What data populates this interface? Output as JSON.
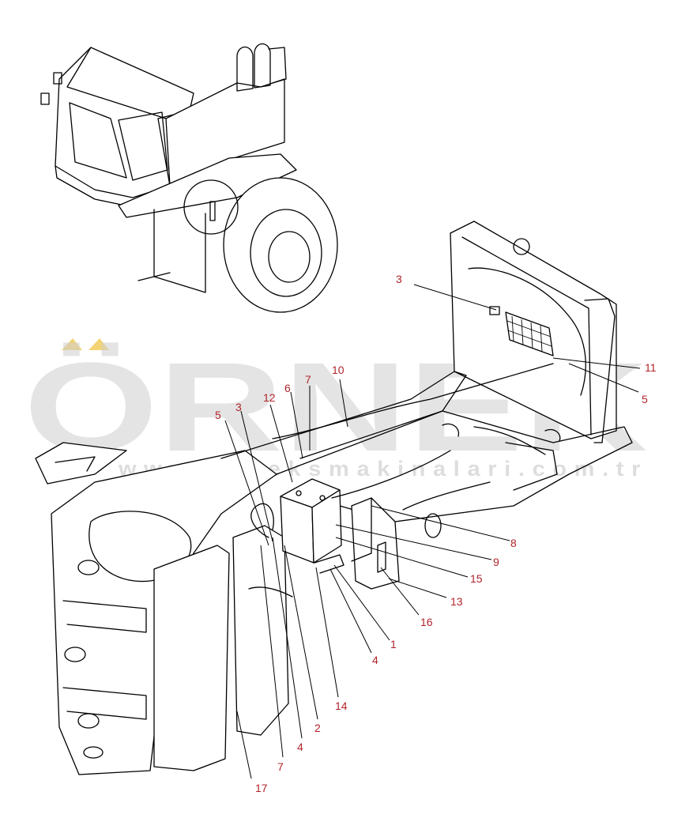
{
  "watermark": {
    "logo_text": "ÖRNEK",
    "url_text": "www.orneksmakinalari.com.tr",
    "color": "#cfcfcf",
    "accent_color": "#f0c850"
  },
  "callout_color": "#b0242b",
  "callouts": [
    {
      "id": "c3a",
      "label": "3"
    },
    {
      "id": "c11",
      "label": "11"
    },
    {
      "id": "c5a",
      "label": "5"
    },
    {
      "id": "c10",
      "label": "10"
    },
    {
      "id": "c7a",
      "label": "7"
    },
    {
      "id": "c6",
      "label": "6"
    },
    {
      "id": "c12",
      "label": "12"
    },
    {
      "id": "c3b",
      "label": "3"
    },
    {
      "id": "c5b",
      "label": "5"
    },
    {
      "id": "c8",
      "label": "8"
    },
    {
      "id": "c9",
      "label": "9"
    },
    {
      "id": "c15",
      "label": "15"
    },
    {
      "id": "c13",
      "label": "13"
    },
    {
      "id": "c16",
      "label": "16"
    },
    {
      "id": "c1",
      "label": "1"
    },
    {
      "id": "c4a",
      "label": "4"
    },
    {
      "id": "c14",
      "label": "14"
    },
    {
      "id": "c2",
      "label": "2"
    },
    {
      "id": "c4b",
      "label": "4"
    },
    {
      "id": "c7b",
      "label": "7"
    },
    {
      "id": "c17",
      "label": "17"
    }
  ]
}
